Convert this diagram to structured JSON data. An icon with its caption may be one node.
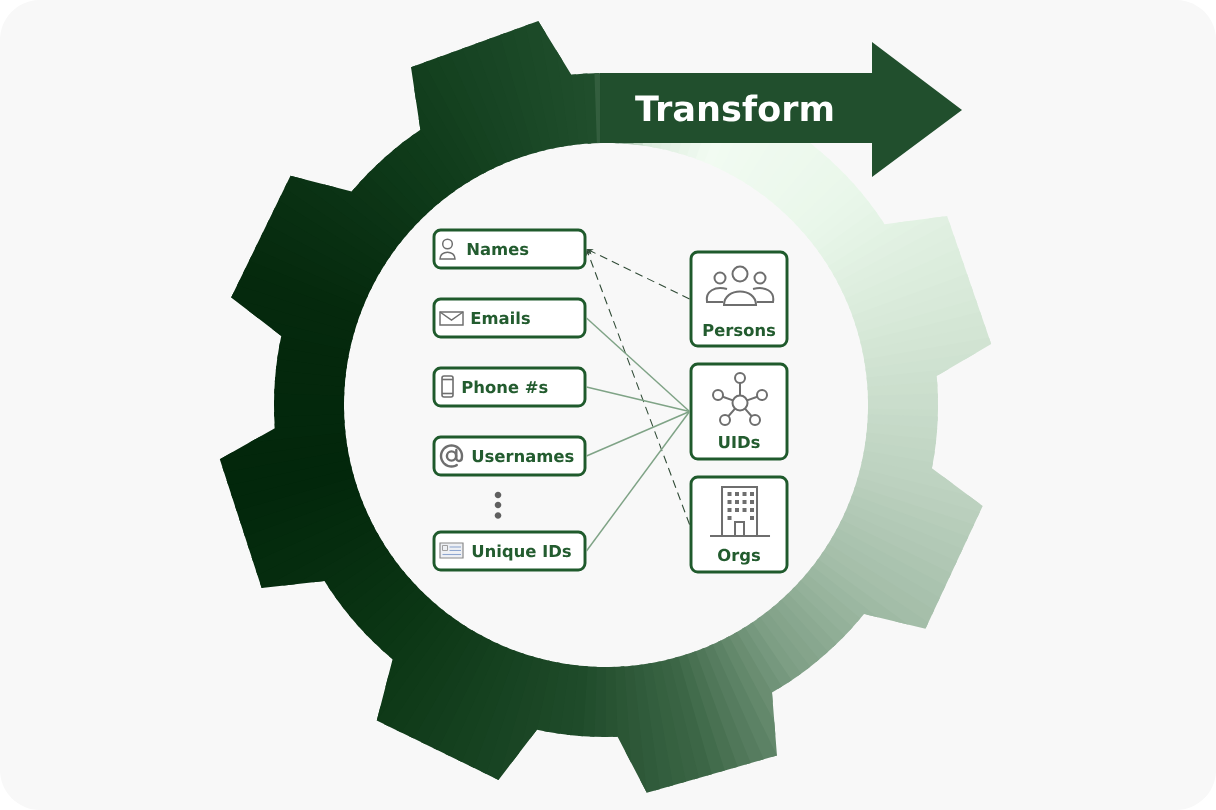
{
  "diagram": {
    "nodes": [
      {
        "text": [
          "Transform"
        ]
      },
      {
        "text": [
          "Names"
        ]
      },
      {
        "text": [
          "Emails"
        ]
      },
      {
        "text": [
          "Phone #s"
        ]
      },
      {
        "text": [
          "Usernames"
        ]
      },
      {
        "text": [
          "Unique IDs"
        ]
      },
      {
        "text": [
          "Persons"
        ]
      },
      {
        "text": [
          "UIDs"
        ]
      },
      {
        "text": [
          "Orgs"
        ]
      }
    ],
    "edges": [
      {
        "from": 6,
        "to": 1,
        "arrow": "to",
        "style": "dashed",
        "color": "#2f4a35"
      },
      {
        "from": 8,
        "to": 1,
        "arrow": "to",
        "style": "dashed",
        "color": "#2f4a35"
      },
      {
        "from": 2,
        "to": 7,
        "arrow": "none"
      },
      {
        "from": 3,
        "to": 7,
        "arrow": "none"
      },
      {
        "from": 4,
        "to": 7,
        "arrow": "none"
      },
      {
        "from": 5,
        "to": 7,
        "arrow": "none"
      }
    ]
  }
}
